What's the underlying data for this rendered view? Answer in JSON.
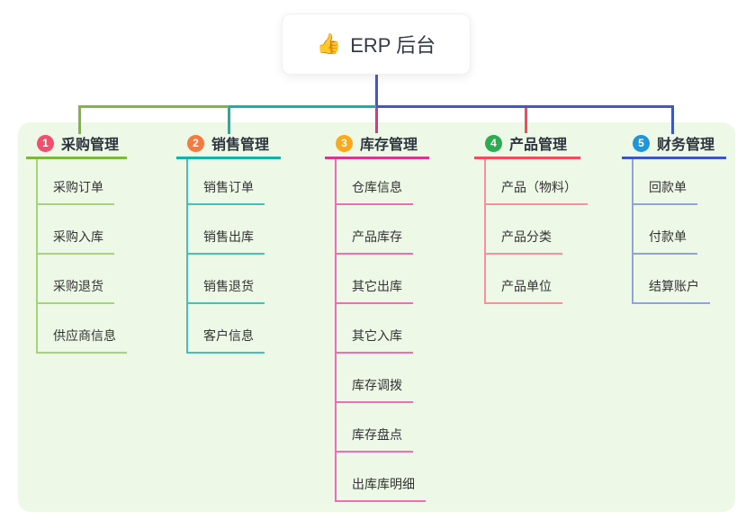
{
  "root": {
    "emoji": "👍",
    "emoji_name": "thumbs-up-icon",
    "label": "ERP 后台"
  },
  "colors": {
    "panel_bg": "#edf8e7",
    "root_line": "#4356cd",
    "text_dark": "#2e333d",
    "text_child": "#333333"
  },
  "branches": [
    {
      "num": "1",
      "label": "采购管理",
      "badge_color": "#f0506e",
      "line_color": "#7db73d",
      "child_line_color": "#a8d37e",
      "children": [
        "采购订单",
        "采购入库",
        "采购退货",
        "供应商信息"
      ]
    },
    {
      "num": "2",
      "label": "销售管理",
      "badge_color": "#f57a40",
      "line_color": "#14b3a7",
      "child_line_color": "#47c0b6",
      "children": [
        "销售订单",
        "销售出库",
        "销售退货",
        "客户信息"
      ]
    },
    {
      "num": "3",
      "label": "库存管理",
      "badge_color": "#fba919",
      "line_color": "#d9368f",
      "child_line_color": "#ef6db2",
      "children": [
        "仓库信息",
        "产品库存",
        "其它出库",
        "其它入库",
        "库存调拨",
        "库存盘点",
        "出库库明细"
      ]
    },
    {
      "num": "4",
      "label": "产品管理",
      "badge_color": "#2cab52",
      "line_color": "#f8485e",
      "child_line_color": "#fa8e9b",
      "children": [
        "产品（物料）",
        "产品分类",
        "产品单位"
      ]
    },
    {
      "num": "5",
      "label": "财务管理",
      "badge_color": "#1f96d8",
      "line_color": "#3d56c6",
      "child_line_color": "#8fa3d8",
      "children": [
        "回款单",
        "付款单",
        "结算账户"
      ]
    }
  ]
}
